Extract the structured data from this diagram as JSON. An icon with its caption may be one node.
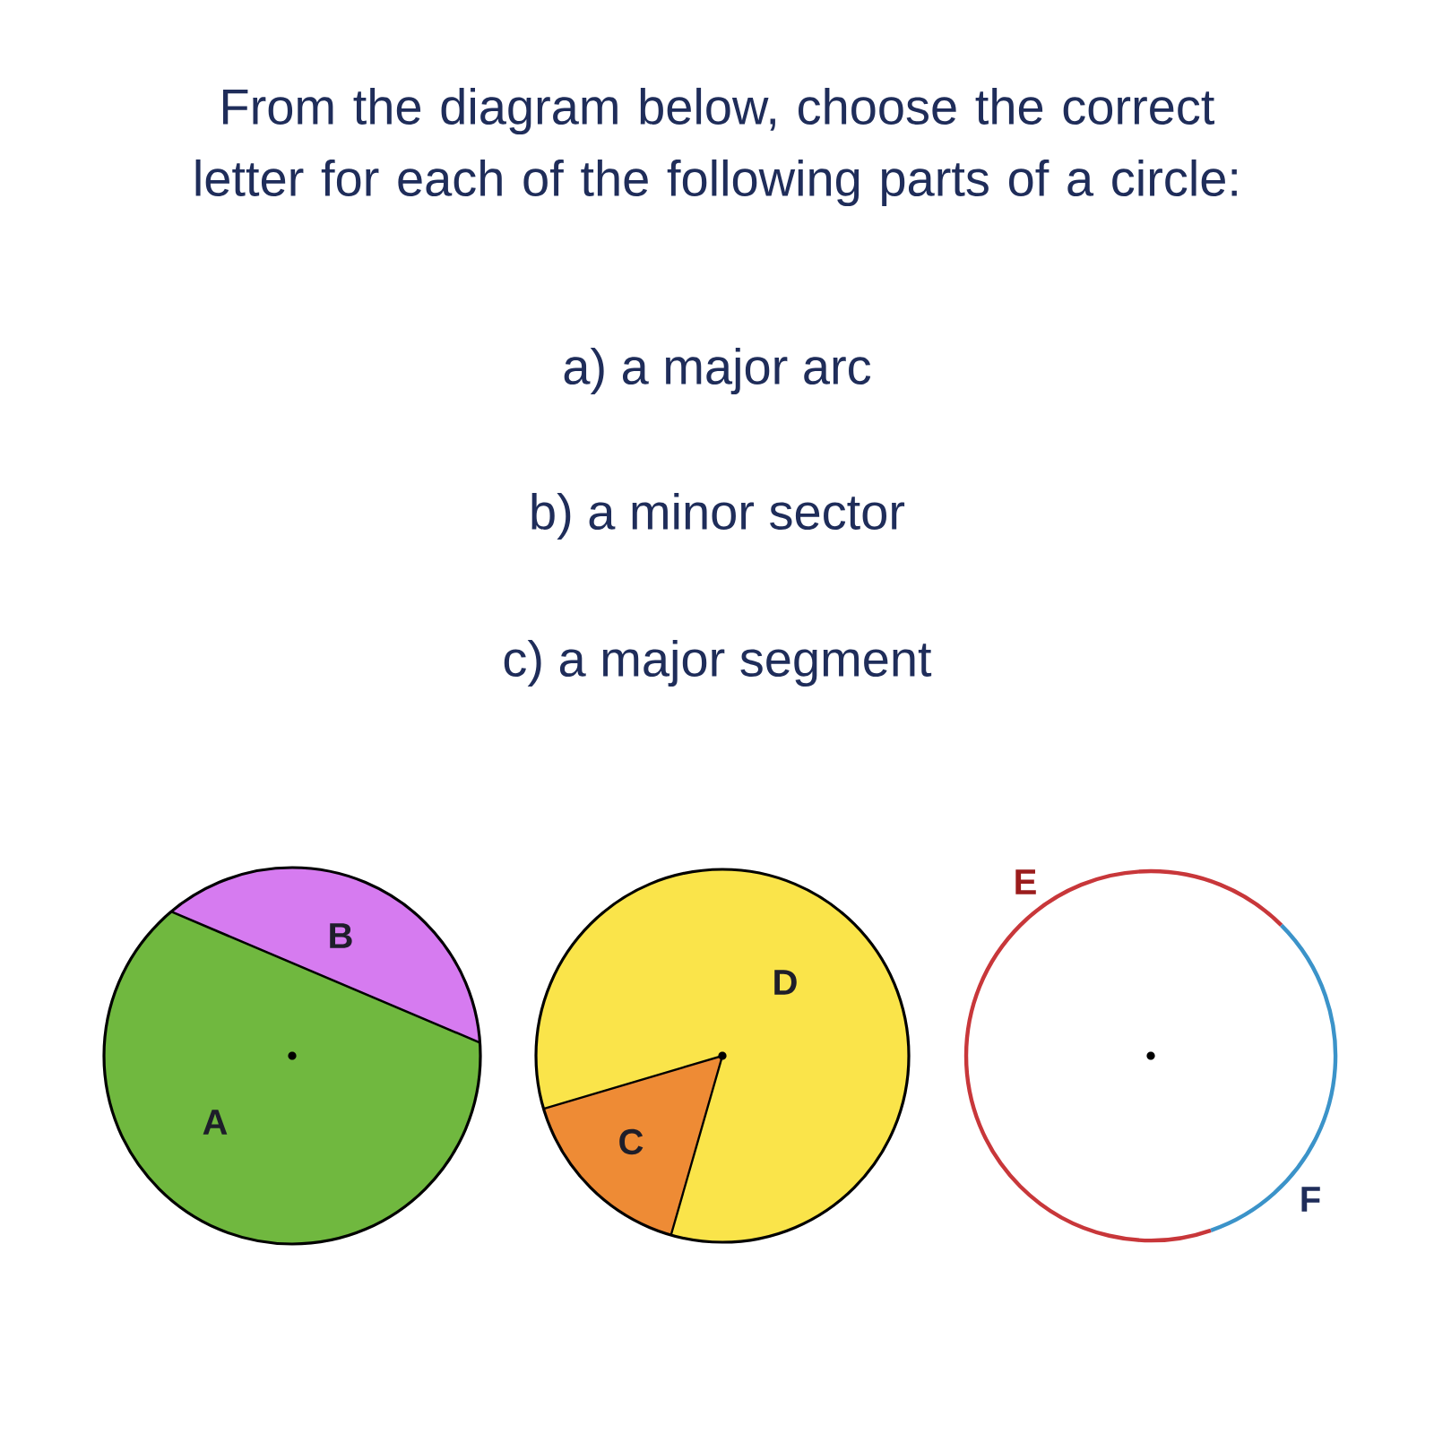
{
  "diagram": {
    "title": "From the diagram below, choose the correct letter for each of the following parts of a circle:",
    "labels": [
      "a) a major arc",
      "b) a minor sector",
      "c) a major segment",
      "E",
      "B",
      "D",
      "A",
      "C",
      "F"
    ]
  }
}
